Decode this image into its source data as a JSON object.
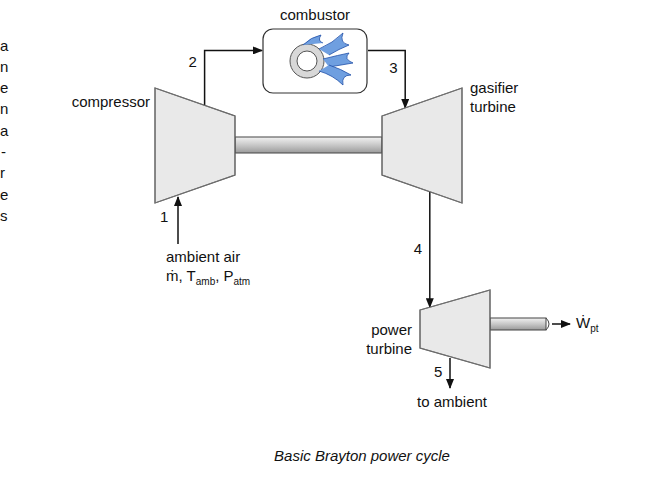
{
  "diagram": {
    "caption": "Basic Brayton power cycle",
    "nodes": [
      {
        "text": [
          "combustor"
        ]
      },
      {
        "text": [
          "compressor"
        ]
      },
      {
        "text": [
          "gasifier turbine"
        ]
      },
      {
        "text": [
          "power turbine"
        ]
      }
    ],
    "edges": [
      {
        "from": 1,
        "to": 0,
        "arrow": "to",
        "label": "2"
      },
      {
        "from": 0,
        "to": 2,
        "arrow": "to",
        "label": "3"
      },
      {
        "from": 2,
        "to": 3,
        "arrow": "to",
        "label": "4"
      }
    ],
    "labels": [
      "a",
      "n",
      "e",
      "n",
      "a",
      "-",
      "r",
      "e",
      "s",
      "1",
      "ambient air",
      "ṁ, T",
      "amb",
      ", P",
      "atm",
      "Ẇ",
      "pt",
      "5",
      "to ambient"
    ]
  }
}
